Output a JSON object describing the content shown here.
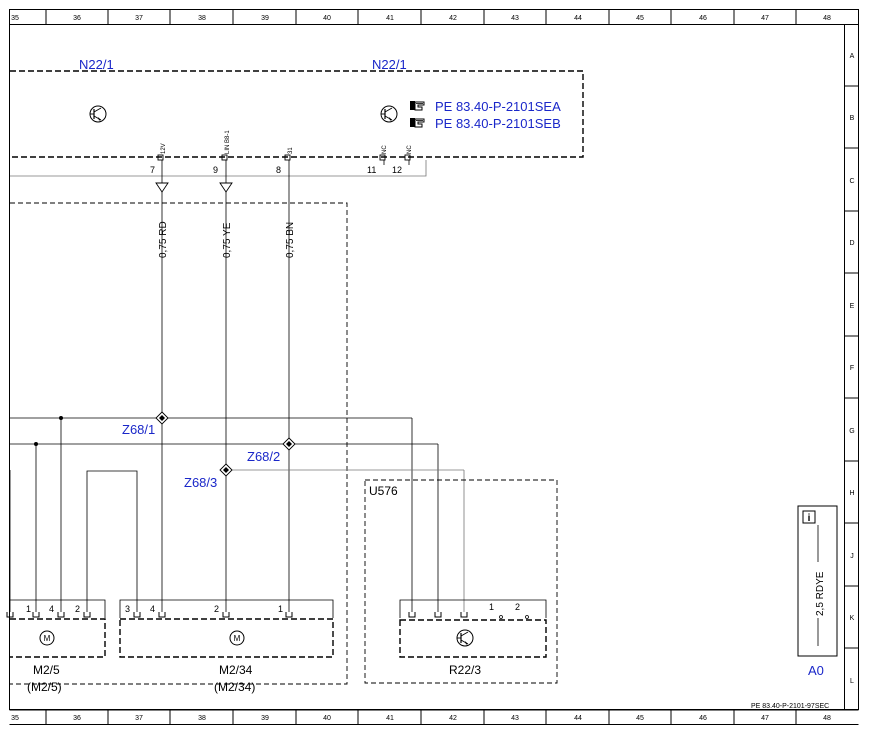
{
  "grid": {
    "columns": [
      "35",
      "36",
      "37",
      "38",
      "39",
      "40",
      "41",
      "42",
      "43",
      "44",
      "45",
      "46",
      "47",
      "48"
    ],
    "rows": [
      "A",
      "B",
      "C",
      "D",
      "E",
      "F",
      "G",
      "H",
      "J",
      "K",
      "L"
    ]
  },
  "modules": {
    "n22_left": "N22/1",
    "n22_right": "N22/1",
    "u576": "U576"
  },
  "references": {
    "ref_a": "PE 83.40-P-2101SEA",
    "ref_b": "PE 83.40-P-2101SEB",
    "footer": "PE 83.40-P-2101-97SEC"
  },
  "connector_pins": {
    "p7": "7",
    "p9": "9",
    "p8": "8",
    "p11": "11",
    "p12": "12",
    "l12v": "12V",
    "llin": "LIN B8-1",
    "l31": "31",
    "lnc1": "NC",
    "lnc2": "NC"
  },
  "wires": {
    "w_rd": "0,75 RD",
    "w_ye": "0,75 YE",
    "w_bn": "0,75 BN"
  },
  "splices": {
    "z681": "Z68/1",
    "z682": "Z68/2",
    "z683": "Z68/3"
  },
  "components": {
    "m25": {
      "name": "M2/5",
      "alt": "(M2/5)",
      "pins": [
        "1",
        "4",
        "2"
      ]
    },
    "m234": {
      "name": "M2/34",
      "alt": "(M2/34)",
      "pins": [
        "3",
        "4",
        "2",
        "1"
      ]
    },
    "r223": {
      "name": "R22/3",
      "pins": [
        "1",
        "2"
      ]
    }
  },
  "legend_box": {
    "info_icon": "i",
    "wire": "2,5 RDYE",
    "code": "A0"
  },
  "colors": {
    "label_blue": "#1a27c9",
    "line": "#000000",
    "gray_line": "#777777"
  },
  "icons": [
    "transistor-icon",
    "hand-pointer-icon",
    "motor-icon",
    "info-icon",
    "splice-diamond-icon",
    "fuse-arrow-icon"
  ]
}
